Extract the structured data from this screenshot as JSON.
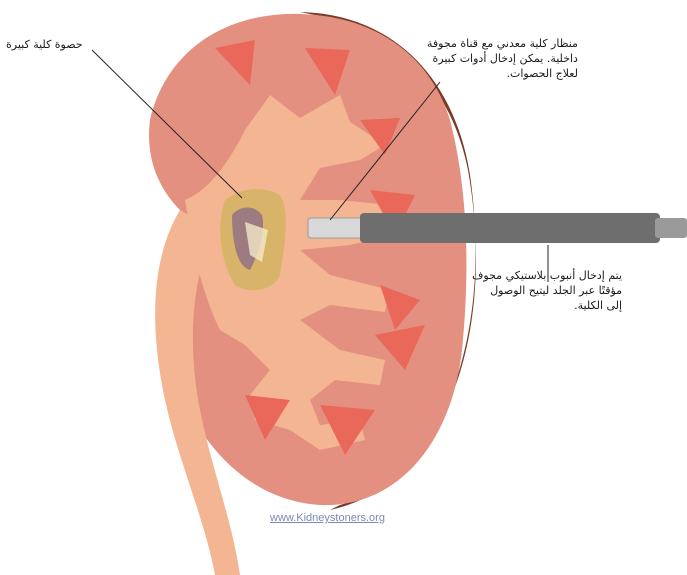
{
  "labels": {
    "stone": "حصوة كلية كبيرة",
    "scope": {
      "lines": [
        "منظار كلية معدني مع قناة مجوفة",
        "داخلية. يمكن إدخال أدوات كبيرة",
        "لعلاج الحصوات."
      ]
    },
    "tube": {
      "lines": [
        "يتم إدخال أنبوب بلاستيكي مجوف",
        "مؤقتًا عبر الجلد ليتيح الوصول",
        "إلى الكلية."
      ]
    }
  },
  "source_link": "www.Kidneystoners.org",
  "colors": {
    "kidney_outer": "#e49080",
    "kidney_back": "#7a3a26",
    "pelvis": "#f4b593",
    "pyramid": "#e9685a",
    "stone": "#d8b46a",
    "tube": "#6e6e6e",
    "scope": "#d9d9d9"
  }
}
